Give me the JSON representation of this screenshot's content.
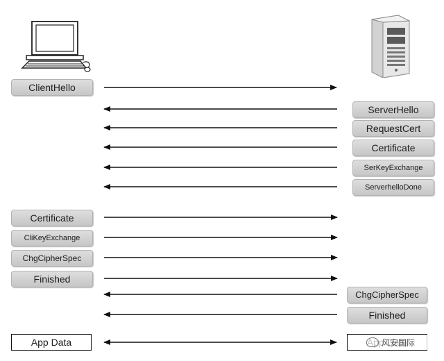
{
  "client": {
    "icon": "desktop-computer-icon",
    "messages": [
      "ClientHello",
      "Certificate",
      "CliKeyExchange",
      "ChgCipherSpec",
      "Finished"
    ],
    "app_data": "App Data"
  },
  "server": {
    "icon": "server-tower-icon",
    "messages": [
      "ServerHello",
      "RequestCert",
      "Certificate",
      "SerKeyExchange",
      "ServerhelloDone",
      "ChgCipherSpec",
      "Finished"
    ],
    "app_data": "App Data"
  },
  "watermark": {
    "icon": "wechat-logo-icon",
    "text": "风安国际"
  }
}
